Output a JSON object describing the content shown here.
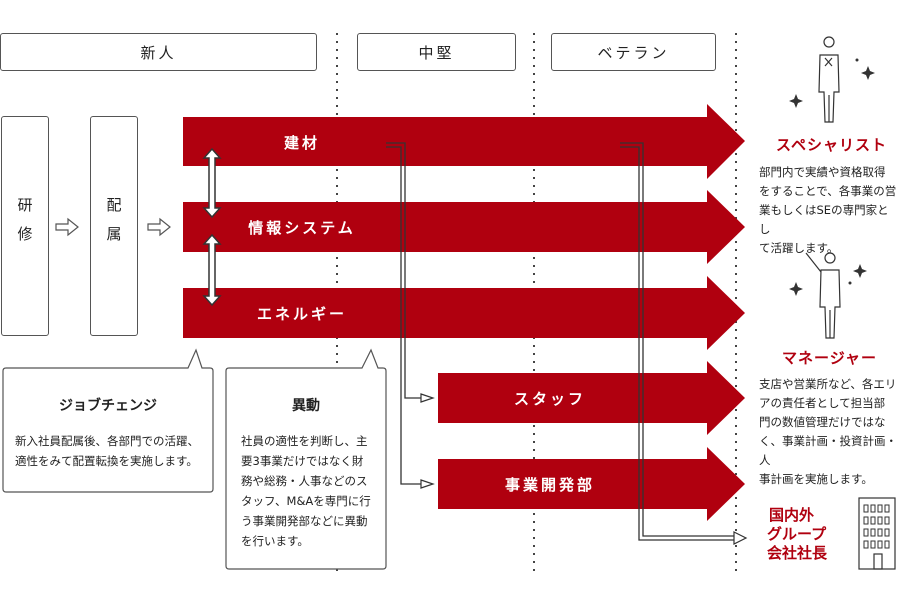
{
  "phases": {
    "newcomer": "新人",
    "mid": "中堅",
    "veteran": "ベテラン"
  },
  "steps": {
    "training": "研修",
    "assignment": "配属"
  },
  "departments": {
    "building_materials": "建材",
    "info_systems": "情報システム",
    "energy": "エネルギー",
    "staff": "スタッフ",
    "business_dev": "事業開発部"
  },
  "job_change": {
    "title": "ジョブチェンジ",
    "text": [
      "新入社員配属後、各部門での活躍、",
      "適性をみて配置転換を実施します。"
    ]
  },
  "transfer": {
    "title": "異動",
    "text": [
      "社員の適性を判断し、主",
      "要3事業だけではなく財",
      "務や総務・人事などのス",
      "タッフ、M&Aを専門に行",
      "う事業開発部などに異動",
      "を行います。"
    ]
  },
  "specialist": {
    "title": "スペシャリスト",
    "text": [
      "部門内で実績や資格取得",
      "をすることで、各事業の営",
      "業もしくはSEの専門家とし",
      "て活躍します。"
    ]
  },
  "manager": {
    "title": "マネージャー",
    "text": [
      "支店や営業所など、各エリ",
      "アの責任者として担当部",
      "門の数値管理だけではな",
      "く、事業計画・投資計画・人",
      "事計画を実施します。"
    ]
  },
  "group_president": {
    "lines": [
      "国内外",
      "グループ",
      "会社社長"
    ]
  },
  "colors": {
    "accent": "#b0000f",
    "line": "#555555"
  },
  "icons": [
    "specialist-person-icon",
    "manager-person-icon",
    "building-icon",
    "sparkle-icon",
    "double-arrow-icon",
    "outline-arrow-icon"
  ]
}
